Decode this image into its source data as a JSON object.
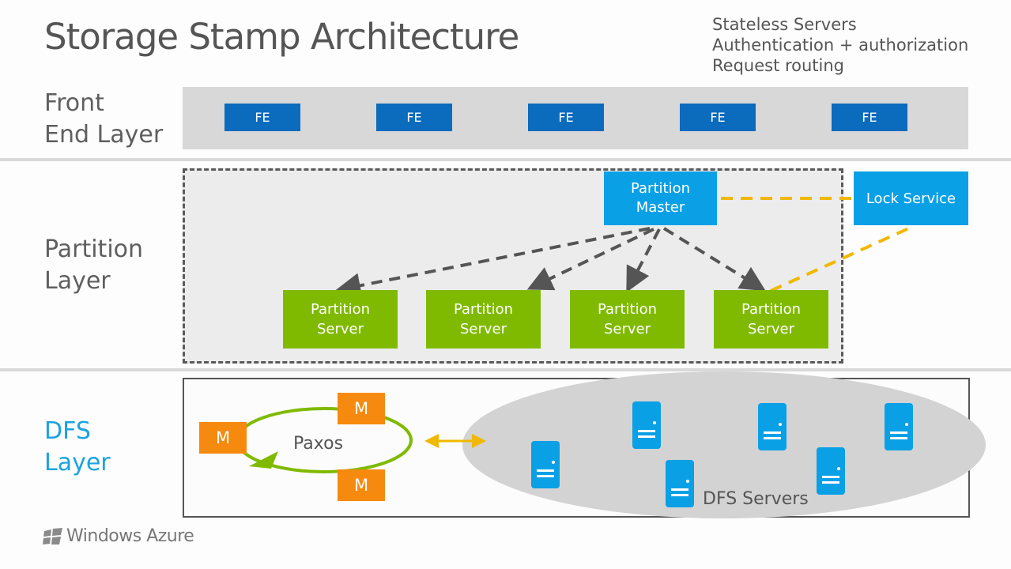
{
  "title": "Storage Stamp Architecture",
  "notes": [
    "Stateless Servers",
    "Authentication + authorization",
    "Request routing"
  ],
  "layers": {
    "front_end": [
      "Front",
      "End Layer"
    ],
    "partition": [
      "Partition",
      "Layer"
    ],
    "dfs": [
      "DFS",
      "Layer"
    ]
  },
  "front_end_boxes": [
    "FE",
    "FE",
    "FE",
    "FE",
    "FE"
  ],
  "partition_master": [
    "Partition",
    "Master"
  ],
  "lock_service": "Lock Service",
  "partition_servers": [
    [
      "Partition",
      "Server"
    ],
    [
      "Partition",
      "Server"
    ],
    [
      "Partition",
      "Server"
    ],
    [
      "Partition",
      "Server"
    ]
  ],
  "paxos": {
    "label": "Paxos",
    "masters": [
      "M",
      "M",
      "M"
    ]
  },
  "dfs_servers_label": "DFS Servers",
  "logo_text": "Windows Azure",
  "colors": {
    "fe_blue": "#0b6bbd",
    "partition_blue": "#0aa0e6",
    "partition_green": "#7fba00",
    "master_orange": "#f68a0f",
    "lock_dash_yellow": "#f0b800",
    "dfs_label_blue": "#1ba3e0"
  }
}
